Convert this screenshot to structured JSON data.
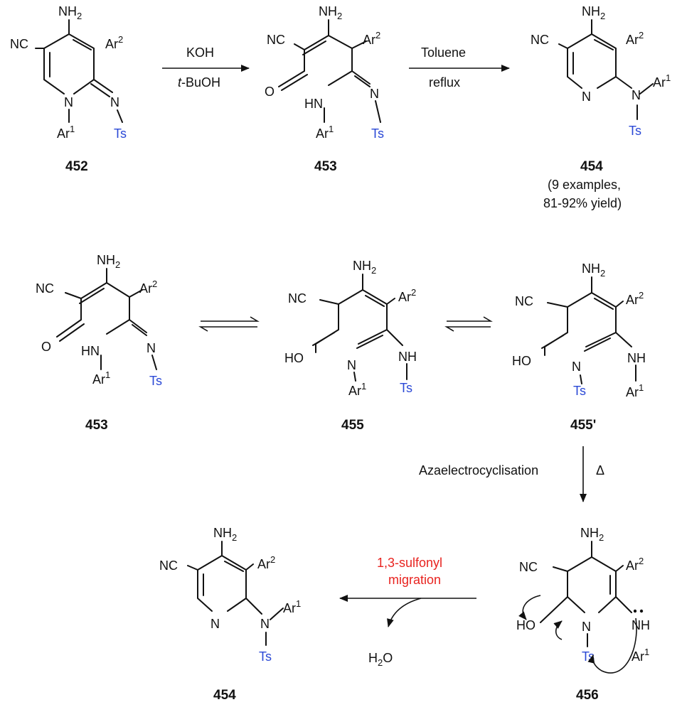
{
  "compounds": {
    "c452": "452",
    "c453": "453",
    "c454": "454",
    "c454_note1": "(9 examples,",
    "c454_note2": "81-92% yield)",
    "c453b": "453",
    "c455": "455",
    "c455p": "455'",
    "c454b": "454",
    "c456": "456"
  },
  "atoms": {
    "nh2": "NH",
    "two": "2",
    "nc": "NC",
    "ar": "Ar",
    "sup1": "1",
    "sup2": "2",
    "n": "N",
    "ts": "Ts",
    "hn": "HN",
    "nh": "NH",
    "o": "O",
    "ho": "HO",
    "h2o_h": "H",
    "h2o_o": "O"
  },
  "conditions": {
    "step1_top": "KOH",
    "step1_bottom_italic": "t",
    "step1_bottom_rest": "-BuOH",
    "step2_top": "Toluene",
    "step2_bottom": "reflux",
    "step3_left": "Azaelectrocyclisation",
    "step3_right": "Δ",
    "step4_line1": "1,3-sulfonyl",
    "step4_line2": "migration"
  },
  "colors": {
    "tosyl": "#2b49d6",
    "highlight": "#e8231f",
    "ink": "#111111"
  }
}
